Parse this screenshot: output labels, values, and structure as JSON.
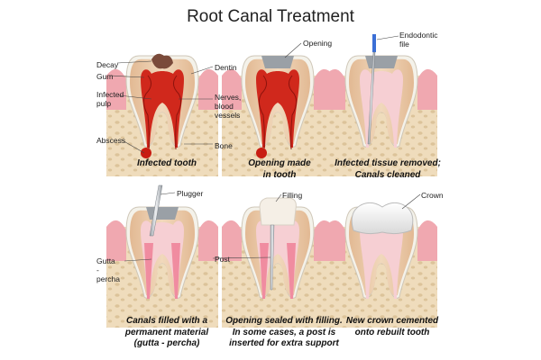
{
  "title": "Root Canal Treatment",
  "panels": [
    {
      "caption": [
        "Infected tooth"
      ],
      "labels": {
        "decay": "Decay",
        "gum": "Gum",
        "infected_pulp": [
          "Infected",
          "pulp"
        ],
        "abscess": "Abscess",
        "dentin": "Dentin",
        "nerves": [
          "Nerves,",
          "blood",
          "vessels"
        ],
        "bone": "Bone"
      }
    },
    {
      "caption": [
        "Opening made",
        "in tooth"
      ],
      "labels": {
        "opening": "Opening"
      }
    },
    {
      "caption": [
        "Infected tissue removed;",
        "Canals cleaned"
      ],
      "labels": {
        "file": [
          "Endodontic",
          "file"
        ]
      }
    },
    {
      "caption": [
        "Canals filled with a",
        "permanent material",
        "(gutta - percha)"
      ],
      "labels": {
        "plugger": "Plugger",
        "gutta": [
          "Gutta",
          "-",
          "percha"
        ]
      }
    },
    {
      "caption": [
        "Opening sealed with filling.",
        "In some cases, a post is",
        "inserted for extra support"
      ],
      "labels": {
        "filling": "Filling",
        "post": "Post"
      }
    },
    {
      "caption": [
        "New crown cemented",
        "onto rebuilt tooth"
      ],
      "labels": {
        "crown": "Crown"
      }
    }
  ],
  "colors": {
    "bone": "#eedcb8",
    "gum": "#f0a8b0",
    "enamel": "#f4f2ea",
    "dentin": "#e9c7a4",
    "pulp_infected": "#d0281c",
    "pulp_clean": "#f6cfd3",
    "gutta": "#f08ca0",
    "filling": "#f5efe6",
    "crown": "#f2f2f2",
    "metal": "#bfc3c8"
  }
}
